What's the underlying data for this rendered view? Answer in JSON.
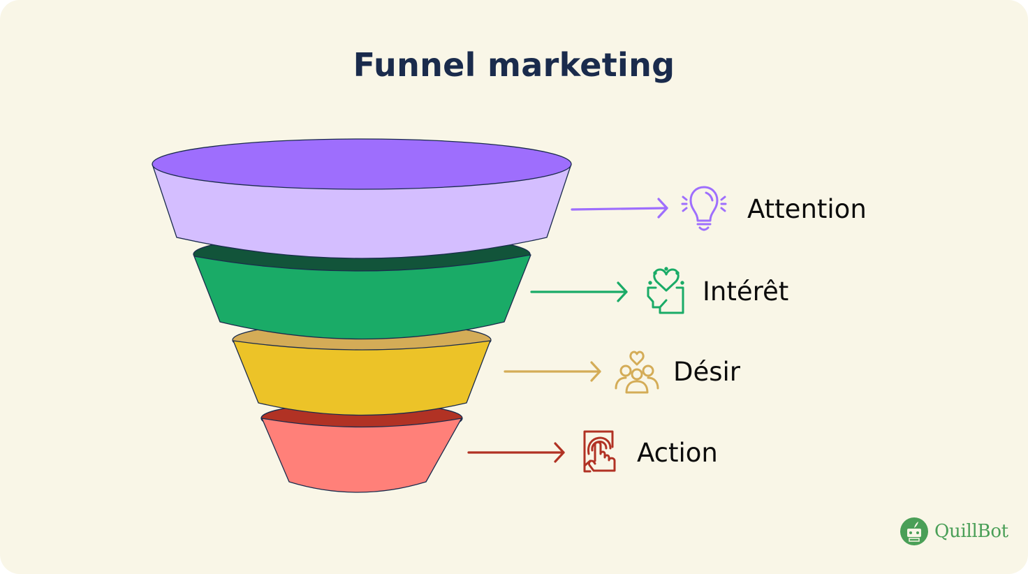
{
  "title": "Funnel marketing",
  "stages": [
    {
      "label": "Attention",
      "icon": "lightbulb-icon",
      "top_color": "#9e6efd",
      "side_color": "#d4beff",
      "arrow_color": "#9e6efd"
    },
    {
      "label": "Intérêt",
      "icon": "head-heart-icon",
      "top_color": "#12543a",
      "side_color": "#1aab67",
      "arrow_color": "#1aab67"
    },
    {
      "label": "Désir",
      "icon": "group-heart-icon",
      "top_color": "#d4ac57",
      "side_color": "#ecc328",
      "arrow_color": "#d4ac57"
    },
    {
      "label": "Action",
      "icon": "touch-screen-icon",
      "top_color": "#b13224",
      "side_color": "#ff8079",
      "arrow_color": "#b13224"
    }
  ],
  "logo": {
    "text": "QuillBot",
    "color": "#4a9f57"
  },
  "colors": {
    "background": "#f9f6e7",
    "title": "#1a2b4c",
    "outline": "#1a2b4c"
  }
}
